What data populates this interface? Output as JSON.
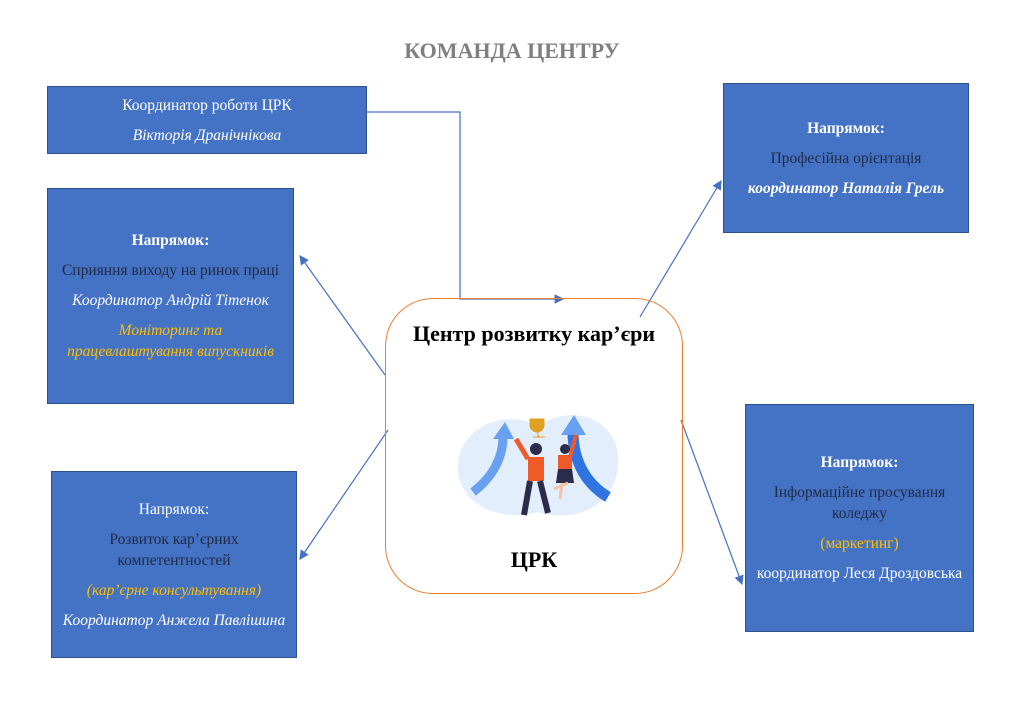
{
  "title": "КОМАНДА ЦЕНТРУ",
  "center": {
    "title": "Центр розвитку кар’єри",
    "abbr": "ЦРК"
  },
  "coordinator_box": {
    "role": "Координатор роботи ЦРК",
    "name": "Вікторія Дранічнікова"
  },
  "labor_market_box": {
    "heading": "Напрямок:",
    "direction": "Сприяння виходу на ринок праці",
    "coordinator": "Координатор Андрій Тітенок",
    "note": "Моніторинг та працевлаштування випускників"
  },
  "competences_box": {
    "heading": "Напрямок:",
    "direction": "Розвиток кар’єрних компетентностей",
    "note": "(кар’єрне консультування)",
    "coordinator": "Координатор  Анжела Павлішина"
  },
  "orientation_box": {
    "heading": "Напрямок:",
    "direction": "Професійна орієнтація",
    "coordinator": "координатор  Наталія Грель"
  },
  "marketing_box": {
    "heading": "Напрямок:",
    "direction": "Інформаційне просування коледжу",
    "note": "(маркетинг)",
    "coordinator": "координатор Леся Дроздовська"
  },
  "colors": {
    "box": "#4472C4",
    "center_border": "#ED7D31",
    "accent_text": "#FFC000",
    "title": "#7f7f7f"
  }
}
